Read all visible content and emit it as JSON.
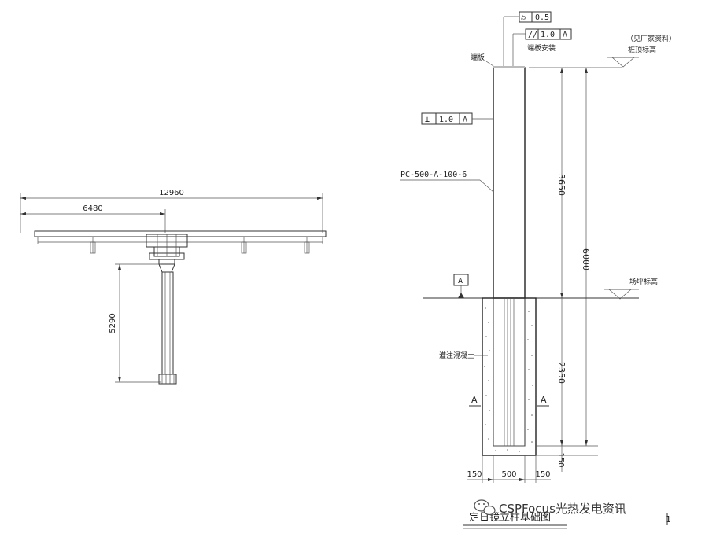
{
  "left_view": {
    "dim_total": "12960",
    "dim_half": "6480",
    "dim_height": "5290"
  },
  "right_view": {
    "tol_flatness": "0.5",
    "tol_parallel": "1.0",
    "tol_parallel_datum": "A",
    "tol_perp": "1.0",
    "tol_perp_datum": "A",
    "label_top_plate": "端板",
    "label_weld": "端板安装",
    "label_top_elev_1": "（见厂家资料）",
    "label_top_elev_2": "桩顶标高",
    "pile_spec": "PC-500-A-100-6",
    "dim_above": "3650",
    "dim_total": "6000",
    "datum_label": "A",
    "ground_label": "场坪标高",
    "concrete_label": "灌注混凝土",
    "dim_below": "2350",
    "section_left": "A",
    "section_right": "A",
    "dim_bottom": "150",
    "dim_w_left": "150",
    "dim_w_mid": "500",
    "dim_w_right": "150",
    "title": "定日镜立柱基础图"
  },
  "watermark": {
    "text": "CSPFocus光热发电资讯",
    "icon": "wechat-icon"
  },
  "page_mark": "1"
}
